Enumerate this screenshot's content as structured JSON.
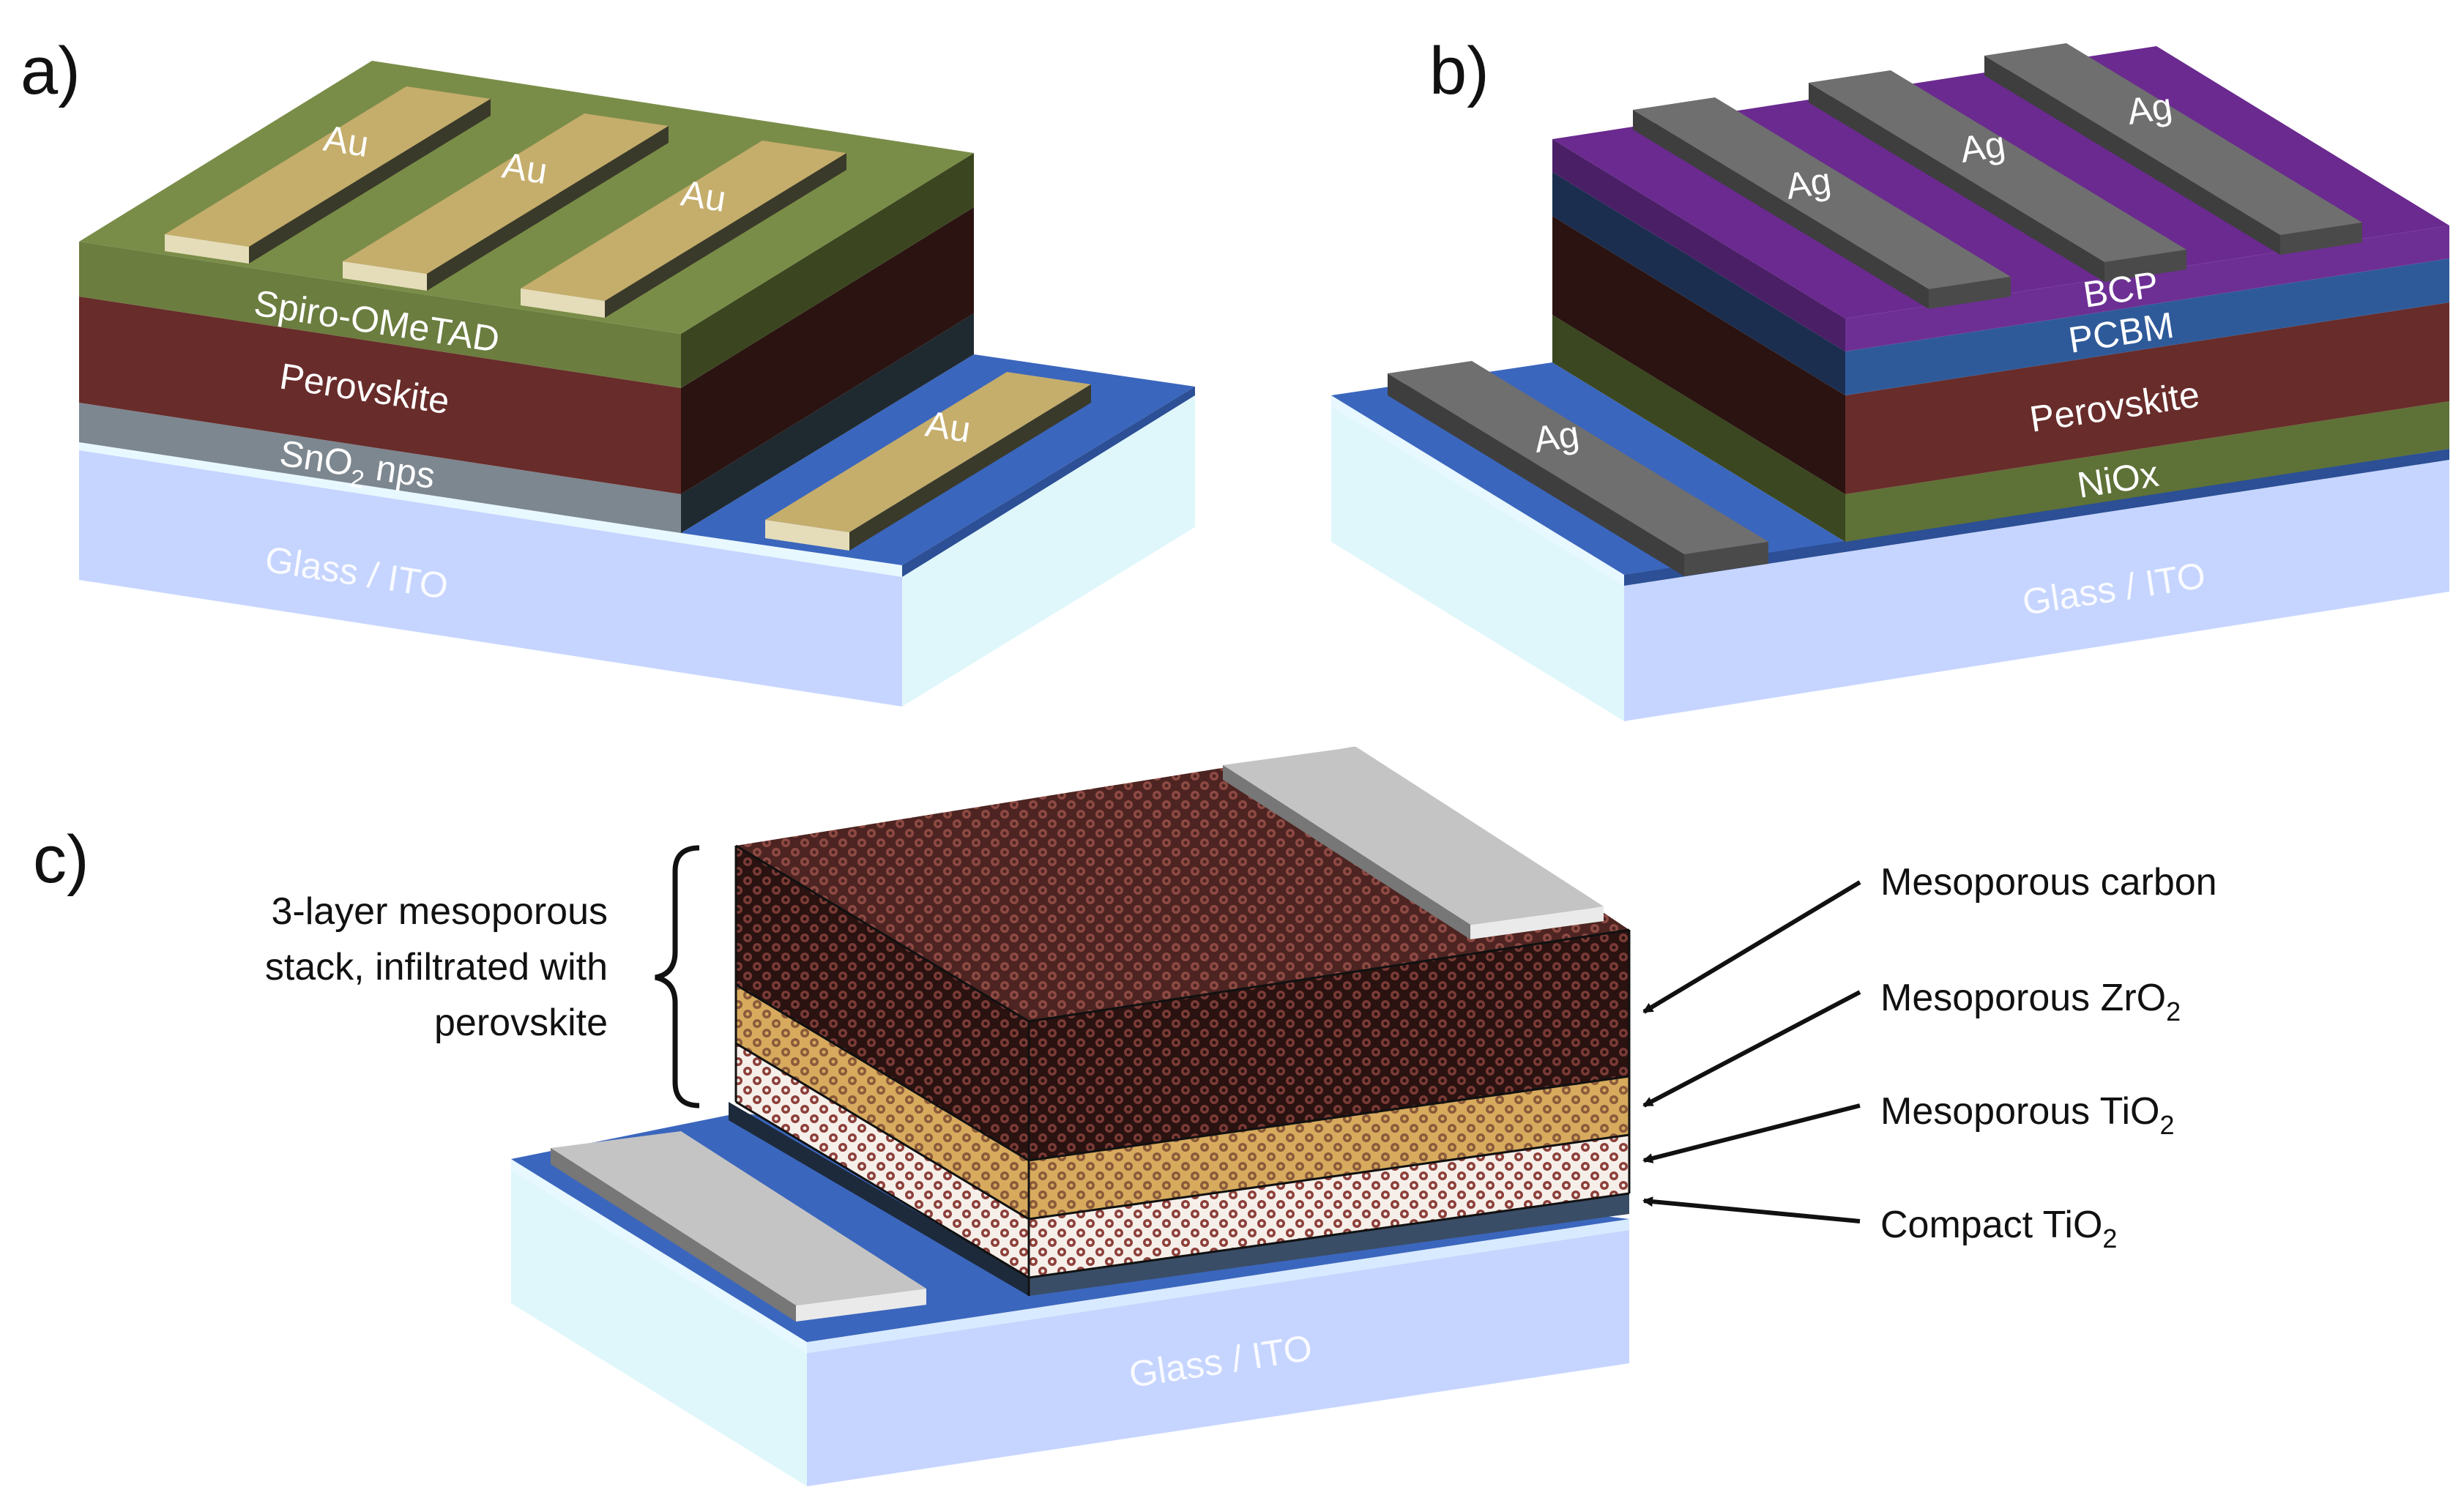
{
  "panels": {
    "a": {
      "label": "a)",
      "layers": {
        "spiro": "Spiro-OMeTAD",
        "perovskite": "Perovskite",
        "sno2_pre": "SnO",
        "sno2_sub": "2",
        "sno2_post": " nps",
        "glass": "Glass / ITO"
      },
      "electrodes": [
        "Au",
        "Au",
        "Au",
        "Au"
      ]
    },
    "b": {
      "label": "b)",
      "layers": {
        "bcp": "BCP",
        "pcbm": "PCBM",
        "perovskite": "Perovskite",
        "niox": "NiOx",
        "glass": "Glass / ITO"
      },
      "electrodes": [
        "Ag",
        "Ag",
        "Ag",
        "Ag"
      ]
    },
    "c": {
      "label": "c)",
      "bracket_lines": [
        "3-layer mesoporous",
        "stack, infiltrated with",
        "perovskite"
      ],
      "glass": "Glass / ITO",
      "callouts": [
        {
          "pre": "Mesoporous carbon",
          "sub": ""
        },
        {
          "pre": "Mesoporous ZrO",
          "sub": "2"
        },
        {
          "pre": "Mesoporous TiO",
          "sub": "2"
        },
        {
          "pre": "Compact TiO",
          "sub": "2"
        }
      ]
    }
  },
  "colors": {
    "glass_top": "#eefbff",
    "glass_side": "#c5d5ff",
    "ito": "#3b66bd",
    "au": "#bba66a",
    "spiro": "#6b7d3f",
    "perovskite": "#6b2e2c",
    "sno2": "#7d8790",
    "ag": "#6f6f6f",
    "bcp": "#6d2f94",
    "pcbm": "#2f5a99",
    "niox": "#5c6f35",
    "carbon": "#3a1a18",
    "zro2": "#d6a95c",
    "tio2_meso": "#f4ece6",
    "compact_tio2": "#2d3e55",
    "contact_c": "#c4c4c4"
  }
}
